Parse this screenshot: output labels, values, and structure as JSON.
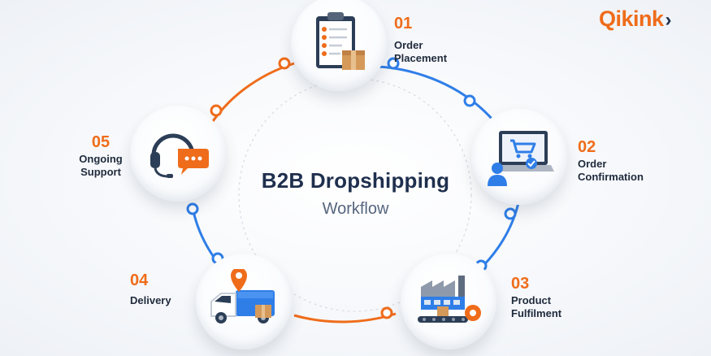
{
  "brand": {
    "name": "Qikink",
    "chevron": "›",
    "color": "#ef6c1a"
  },
  "title": {
    "line1": "B2B Dropshipping",
    "line2": "Workflow"
  },
  "colors": {
    "orange": "#ef6c1a",
    "blue": "#2f7ee8",
    "navy": "#1f2f4e"
  },
  "steps": [
    {
      "num": "01",
      "label": [
        "Order",
        "Placement"
      ],
      "icon": "clipboard-checklist-icon"
    },
    {
      "num": "02",
      "label": [
        "Order",
        "Confirmation"
      ],
      "icon": "laptop-cart-icon"
    },
    {
      "num": "03",
      "label": [
        "Product",
        "Fulfilment"
      ],
      "icon": "factory-conveyor-icon"
    },
    {
      "num": "04",
      "label": [
        "Delivery"
      ],
      "icon": "delivery-truck-icon"
    },
    {
      "num": "05",
      "label": [
        "Ongoing",
        "Support"
      ],
      "icon": "headset-chat-icon"
    }
  ]
}
